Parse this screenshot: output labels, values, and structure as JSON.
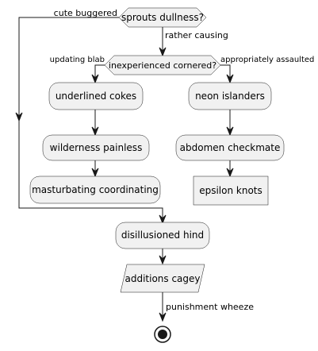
{
  "decisions": {
    "top": {
      "question": "sprouts dullness?",
      "left_label": "cute buggered",
      "down_label": "rather causing"
    },
    "inner": {
      "question": "inexperienced cornered?",
      "left_label": "updating blab",
      "right_label": "appropriately assaulted"
    }
  },
  "actions": {
    "left": [
      "underlined cokes",
      "wilderness painless",
      "masturbating coordinating"
    ],
    "right": [
      "neon islanders",
      "abdomen checkmate"
    ],
    "right_end": "epsilon knots",
    "merge": "disillusioned hind",
    "io": "additions cagey"
  },
  "final_edge_label": "punishment wheeze"
}
